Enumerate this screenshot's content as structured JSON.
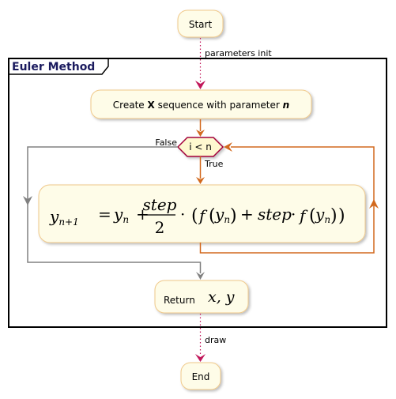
{
  "diagram": {
    "start_label": "Start",
    "end_label": "End",
    "frame_title": "Euler Method",
    "edge_params": "parameters init",
    "edge_draw": "draw",
    "create_prefix": "Create ",
    "create_bold": "X",
    "create_mid": " sequence with parameter ",
    "create_param": "n",
    "condition": "i < n",
    "true_label": "True",
    "false_label": "False",
    "return_label": "Return",
    "return_vars": "x, y",
    "formula": {
      "lhs_var": "y",
      "lhs_sub": "n+1",
      "eq": "=",
      "y": "y",
      "sub_n": "n",
      "plus": "+",
      "step": "step",
      "two": "2",
      "dot": "·",
      "lparen": "(",
      "rparen": ")",
      "f": "f"
    },
    "colors": {
      "node_fill": "#fefce8",
      "node_stroke": "#f0c98a",
      "diamond_fill": "#fef9d0",
      "diamond_stroke": "#a3003a",
      "arrow_dotted": "#c2185b",
      "arrow_orange": "#d2691e",
      "arrow_gray": "#808080",
      "frame": "#000000"
    }
  }
}
